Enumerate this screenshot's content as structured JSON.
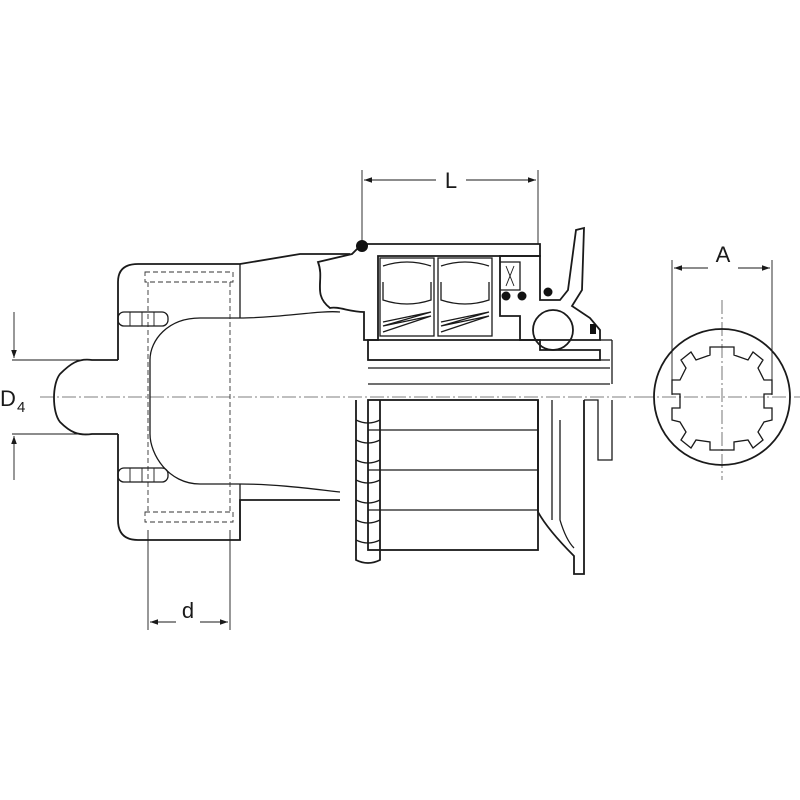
{
  "dimensions": {
    "L": "L",
    "A": "A",
    "d": "d",
    "D4_main": "D",
    "D4_sub": "4"
  },
  "colors": {
    "line": "#1a1a1a",
    "background": "#ffffff"
  }
}
